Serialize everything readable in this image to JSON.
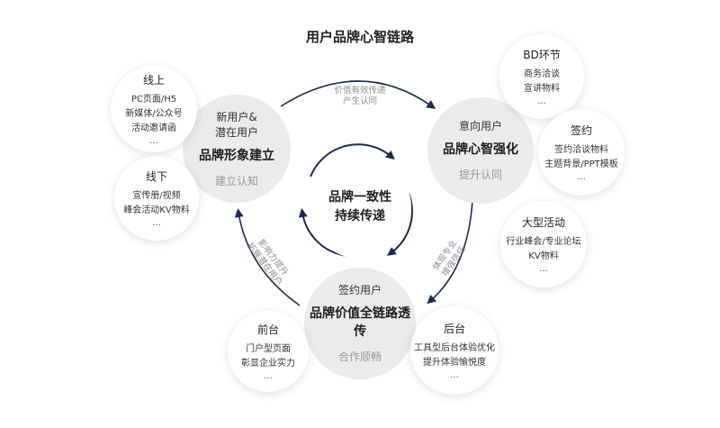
{
  "title": "用户品牌心智链路",
  "center": {
    "line1": "品牌一致性",
    "line2": "持续传递"
  },
  "stages": {
    "build": {
      "sub1": "新用户&",
      "sub2": "潜在用户",
      "headline": "品牌形象建立",
      "note": "建立认知"
    },
    "intent": {
      "sub": "意向用户",
      "headline": "品牌心智强化",
      "note": "提升认同"
    },
    "signed": {
      "sub": "签约用户",
      "headline": "品牌价值全链路透传",
      "note": "合作顺畅"
    }
  },
  "touchpoints": {
    "online": {
      "title": "线上",
      "items": [
        "PC页面/H5",
        "新媒体/公众号",
        "活动邀请函"
      ],
      "more": "..."
    },
    "offline": {
      "title": "线下",
      "items": [
        "宣传册/视频",
        "峰会活动KV物料"
      ],
      "more": "..."
    },
    "bd": {
      "title": "BD环节",
      "items": [
        "商务洽谈",
        "宣讲物料"
      ],
      "more": "..."
    },
    "sign": {
      "title": "签约",
      "items": [
        "签约洽谈物料",
        "主题背景/PPT模板"
      ],
      "more": "..."
    },
    "event": {
      "title": "大型活动",
      "items": [
        "行业峰会/专业论坛",
        "KV物料"
      ],
      "more": "..."
    },
    "front": {
      "title": "前台",
      "items": [
        "门户型页面",
        "彰显企业实力"
      ],
      "more": "..."
    },
    "back": {
      "title": "后台",
      "items": [
        "工具型后台体验优化",
        "提升体验愉悦度"
      ],
      "more": "..."
    }
  },
  "flows": {
    "top": {
      "line1": "价值有效传递",
      "line2": "产生认同"
    },
    "right": {
      "line1": "体现专业",
      "line2": "增强信任"
    },
    "left": {
      "line1": "影响力提升",
      "line2": "拓展潜在用户"
    }
  },
  "colors": {
    "arrow": "#1d2a4a",
    "main_circle": "#ebebec",
    "note": "#9a9a9a"
  }
}
